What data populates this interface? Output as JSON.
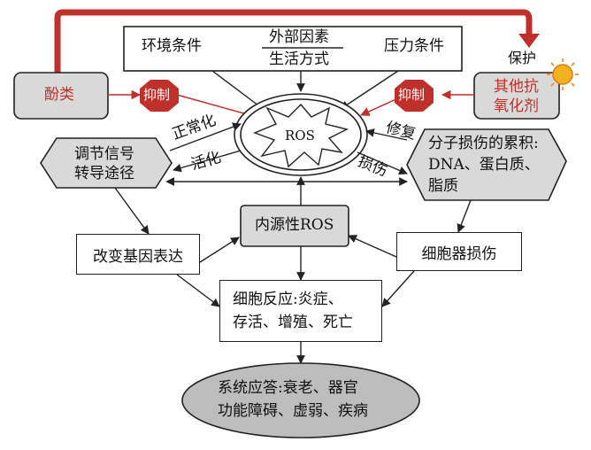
{
  "env": {
    "environment": "环境条件",
    "external_factors": "外部因素",
    "lifestyle": "生活方式",
    "pressure": "压力条件"
  },
  "left_source": "酚类",
  "right_source": {
    "line1": "其他抗",
    "line2": "氧化剂"
  },
  "protect_label": "保护",
  "inhibit_left": "抑制",
  "inhibit_right": "抑制",
  "ros_center": "ROS",
  "signal": {
    "line1": "调节信号",
    "line2": "转导途径"
  },
  "damage_accum": {
    "line1": "分子损伤的累积:",
    "line2": "DNA、蛋白质、",
    "line3": "脂质"
  },
  "edge_labels": {
    "normalize": "正常化",
    "activate": "活化",
    "repair": "修复",
    "damage": "损伤"
  },
  "endogenous_ros": "内源性ROS",
  "gene_expression": "改变基因表达",
  "organelle_damage": "细胞器损伤",
  "cell_response": {
    "line1": "细胞反应:炎症、",
    "line2": "存活、增殖、死亡"
  },
  "system_response": {
    "line1": "系统应答:衰老、器官",
    "line2": "功能障碍、虚弱、疾病"
  },
  "colors": {
    "accent_red": "#c0302a",
    "gray_fill": "#d9d9d9",
    "ellipse_fill": "#bdbdbd",
    "sun": "#f2b21f"
  }
}
